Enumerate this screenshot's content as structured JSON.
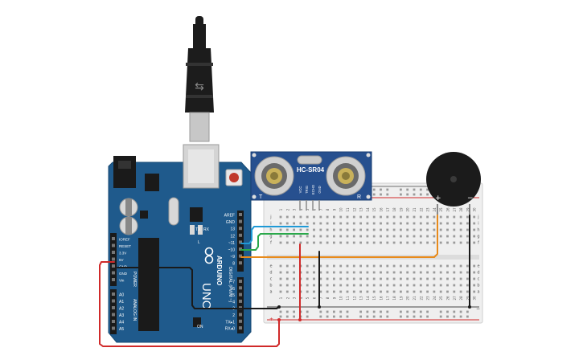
{
  "arduino": {
    "brand": "ARDUINO",
    "model": "UNO",
    "digital_header": "DIGITAL (PWM ~)",
    "power_header": "POWER",
    "analog_header": "ANALOG IN",
    "led_labels": [
      "TX",
      "RX",
      "L",
      "ON"
    ],
    "power_pins": [
      "IOREF",
      "RESET",
      "3.3V",
      "5V",
      "GND",
      "GND",
      "Vin"
    ],
    "analog_pins": [
      "A0",
      "A1",
      "A2",
      "A3",
      "A4",
      "A5"
    ],
    "digital_pins_top": [
      "AREF",
      "GND",
      "13",
      "12",
      "~11",
      "~10",
      "~9",
      "8"
    ],
    "digital_pins_bottom": [
      "7",
      "~6",
      "~5",
      "4",
      "~3",
      "2",
      "TX▸1",
      "RX◂0"
    ]
  },
  "sensor": {
    "name": "HC-SR04",
    "pins": [
      "VCC",
      "TRIG",
      "ECHO",
      "GND"
    ],
    "left_letter": "T",
    "right_letter": "R"
  },
  "buzzer": {
    "plus": "+",
    "minus": "−"
  },
  "breadboard": {
    "column_numbers": [
      "1",
      "2",
      "3",
      "4",
      "5",
      "6",
      "7",
      "8",
      "9",
      "10",
      "11",
      "12",
      "13",
      "14",
      "15",
      "16",
      "17",
      "18",
      "19",
      "20",
      "21",
      "22",
      "23",
      "24",
      "25",
      "26",
      "27",
      "28",
      "29",
      "30"
    ],
    "row_letters_top": [
      "j",
      "i",
      "h",
      "g",
      "f"
    ],
    "row_letters_bottom": [
      "e",
      "d",
      "c",
      "b",
      "a"
    ],
    "rail_plus": "+",
    "rail_minus": "−"
  },
  "colors": {
    "board_blue": "#1f5a8c",
    "sensor_blue": "#27508f",
    "wire_red": "#d02a2a",
    "wire_black": "#1a1a1a",
    "wire_blue": "#1f9ad6",
    "wire_green": "#2aa84a",
    "wire_orange": "#e88a1a"
  }
}
